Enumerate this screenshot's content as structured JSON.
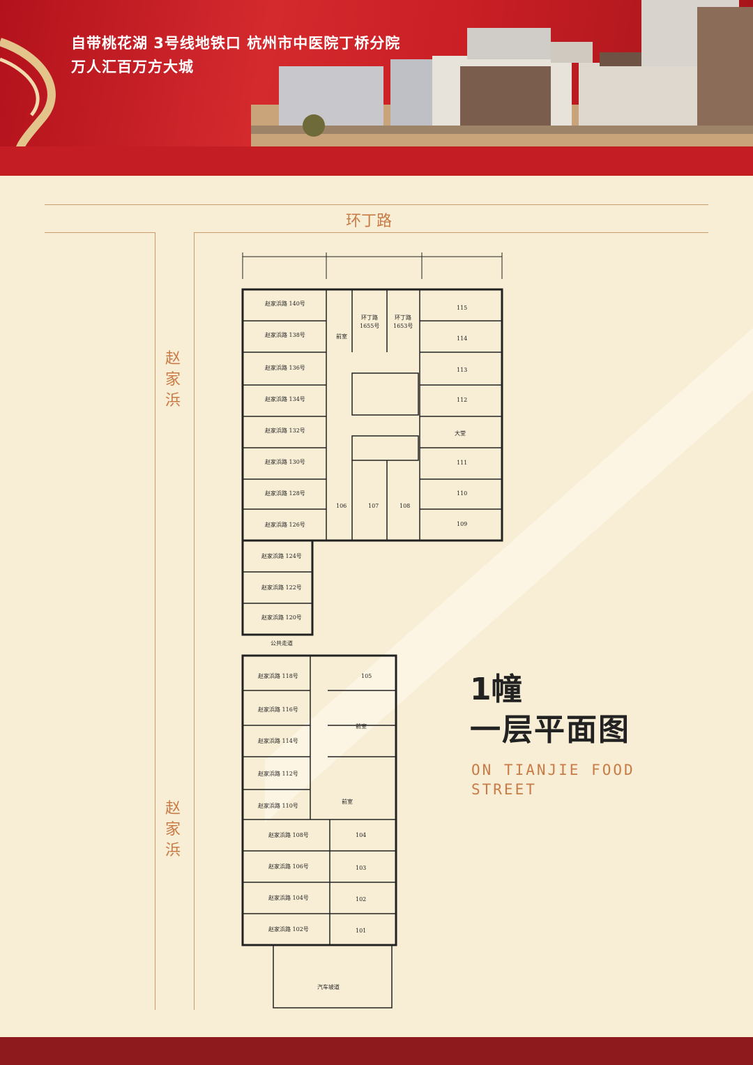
{
  "banner": {
    "line1": "自带桃花湖  3号线地铁口  杭州市中医院丁桥分院",
    "line2": "万人汇百万方大城"
  },
  "roads": {
    "top": "环丁路",
    "left_upper": "赵家浜",
    "left_lower": "赵家浜"
  },
  "title": {
    "line1": "1幢",
    "line2": "一层平面图",
    "eng1": "ON TIANJIE FOOD",
    "eng2": "STREET"
  },
  "plan": {
    "left_units_upper": [
      "赵家浜路\n140号",
      "赵家浜路\n138号",
      "赵家浜路\n136号",
      "赵家浜路\n134号",
      "赵家浜路\n132号",
      "赵家浜路\n130号",
      "赵家浜路\n128号",
      "赵家浜路\n126号",
      "赵家浜路\n124号",
      "赵家浜路\n122号",
      "赵家浜路\n120号"
    ],
    "right_units_upper": [
      "115",
      "114",
      "113",
      "112",
      "大堂",
      "111",
      "110",
      "109"
    ],
    "center_units": [
      "环丁路\n1655号",
      "环丁路\n1653号",
      "106",
      "107",
      "108"
    ],
    "lobby_upper": "前室",
    "walkway": "公共走道",
    "left_units_lower": [
      "赵家浜路\n118号",
      "赵家浜路\n116号",
      "赵家浜路\n114号",
      "赵家浜路\n112号",
      "赵家浜路\n110号",
      "赵家浜路\n108号",
      "赵家浜路\n106号",
      "赵家浜路\n104号",
      "赵家浜路\n102号"
    ],
    "right_units_lower": [
      "105",
      "104",
      "103",
      "102",
      "101"
    ],
    "lobby_lower_1": "前室",
    "lobby_lower_2": "前室",
    "ramp": "汽车坡道"
  }
}
